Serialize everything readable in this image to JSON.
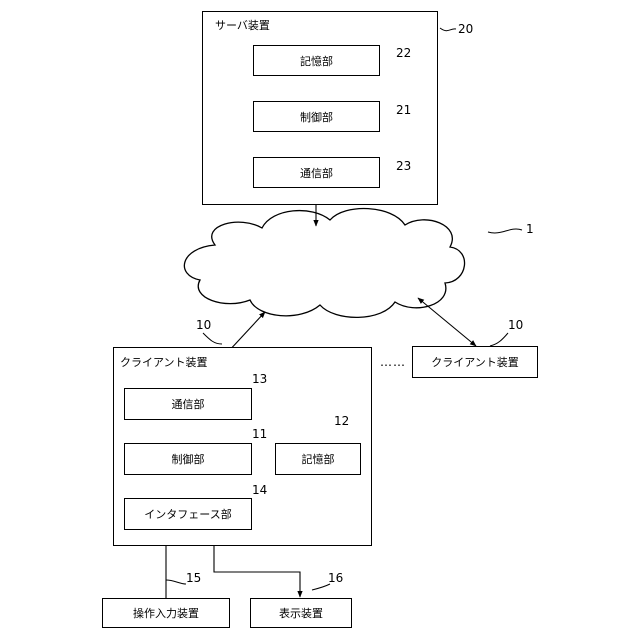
{
  "server": {
    "title": "サーバ装置",
    "ref": "20",
    "storage": {
      "label": "記憶部",
      "ref": "22"
    },
    "control": {
      "label": "制御部",
      "ref": "21"
    },
    "comm": {
      "label": "通信部",
      "ref": "23"
    }
  },
  "network": {
    "ref": "1"
  },
  "client": {
    "title": "クライアント装置",
    "ref": "10",
    "comm": {
      "label": "通信部",
      "ref": "13"
    },
    "control": {
      "label": "制御部",
      "ref": "11"
    },
    "storage": {
      "label": "記憶部",
      "ref": "12"
    },
    "interface": {
      "label": "インタフェース部",
      "ref": "14"
    }
  },
  "client2": {
    "label": "クライアント装置",
    "ref": "10"
  },
  "ellipsis": "……",
  "input_device": {
    "label": "操作入力装置",
    "ref": "15"
  },
  "display_device": {
    "label": "表示装置",
    "ref": "16"
  }
}
